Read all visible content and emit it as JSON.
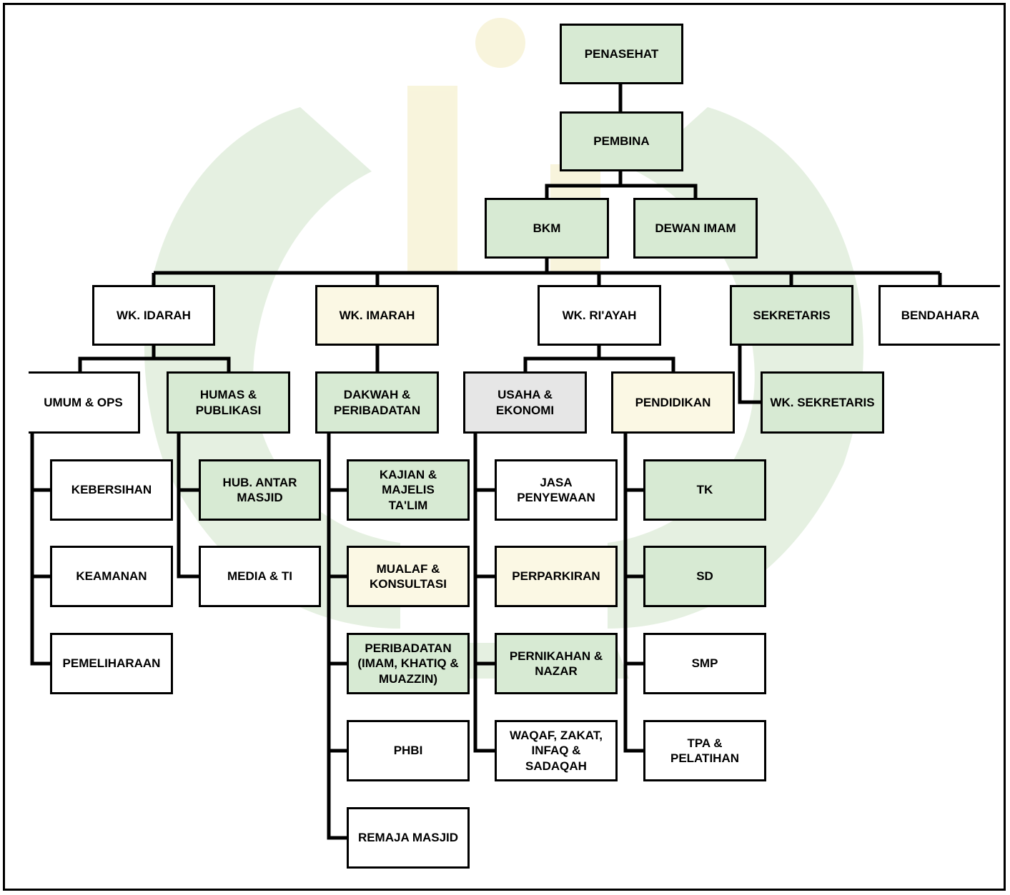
{
  "colors": {
    "green": "#d7ead3",
    "white": "#ffffff",
    "line": "#000000"
  },
  "nodes": {
    "penasehat": "PENASEHAT",
    "pembina": "PEMBINA",
    "bkm": "BKM",
    "dewan_imam": "DEWAN IMAM",
    "wk_idarah": "WK. IDARAH",
    "wk_imarah": "WK. IMARAH",
    "wk_riayah": "WK. RI'AYAH",
    "sekretaris": "SEKRETARIS",
    "bendahara": "BENDAHARA",
    "umum_ops": "UMUM & OPS",
    "humas": "HUMAS &\nPUBLIKASI",
    "dakwah": "DAKWAH &\nPERIBADATAN",
    "usaha": "USAHA &\nEKONOMI",
    "pendidikan": "PENDIDIKAN",
    "wk_sekretaris": "WK. SEKRETARIS",
    "kebersihan": "KEBERSIHAN",
    "keamanan": "KEAMANAN",
    "pemeliharaan": "PEMELIHARAAN",
    "hub_antar_masjid": "HUB. ANTAR\nMASJID",
    "media_ti": "MEDIA & TI",
    "kajian": "KAJIAN &\nMAJELIS\nTA'LIM",
    "mualaf": "MUALAF &\nKONSULTASI",
    "peribadatan": "PERIBADATAN\n(IMAM, KHATIQ &\nMUAZZIN)",
    "phbi": "PHBI",
    "remaja_masjid": "REMAJA MASJID",
    "jasa_penyewaan": "JASA PENYEWAAN",
    "perparkiran": "PERPARKIRAN",
    "pernikahan": "PERNIKAHAN &\nNAZAR",
    "waqaf": "WAQAF, ZAKAT,\nINFAQ &\nSADAQAH",
    "tk": "TK",
    "sd": "SD",
    "smp": "SMP",
    "tpa": "TPA &\nPELATIHAN"
  }
}
